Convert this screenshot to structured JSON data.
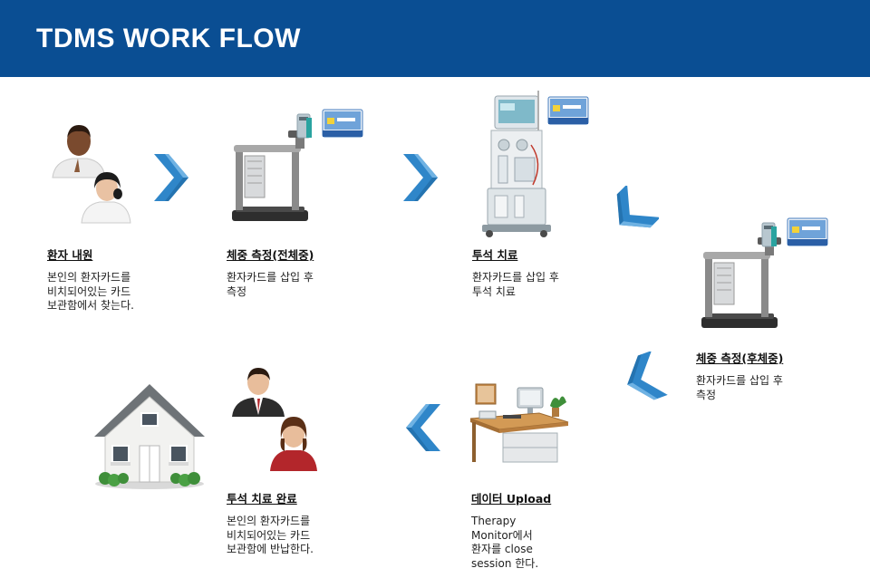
{
  "header": {
    "title": "TDMS WORK FLOW"
  },
  "colors": {
    "header": "#0a4e93",
    "arrow": "#2f86c9",
    "arrow_dark": "#1a5f97"
  },
  "icons": [
    "doctor-nurse-icon",
    "weight-scale-icon",
    "card-reader-icon",
    "patient-card-icon",
    "dialysis-machine-icon",
    "office-desk-icon",
    "business-people-icon",
    "house-icon",
    "flow-arrow-icon"
  ],
  "steps": [
    {
      "title": "환자 내원",
      "lines": [
        "본인의 환자카드를",
        "비치되어있는 카드",
        "보관함에서 찾는다."
      ]
    },
    {
      "title": "체중 측정(전체중)",
      "lines": [
        "환자카드를 삽입 후",
        "측정"
      ]
    },
    {
      "title": "투석 치료",
      "lines": [
        "환자카드를 삽입 후",
        "투석 치료"
      ]
    },
    {
      "title": "체중 측정(후체중)",
      "lines": [
        "환자카드를 삽입 후",
        "측정"
      ]
    },
    {
      "title": "데이터 Upload",
      "lines": [
        "Therapy",
        "Monitor에서",
        "환자를 close",
        "session 한다."
      ]
    },
    {
      "title": "투석 치료 완료",
      "lines": [
        "본인의 환자카드를",
        "비치되어있는 카드",
        "보관함에 반납한다."
      ]
    }
  ]
}
